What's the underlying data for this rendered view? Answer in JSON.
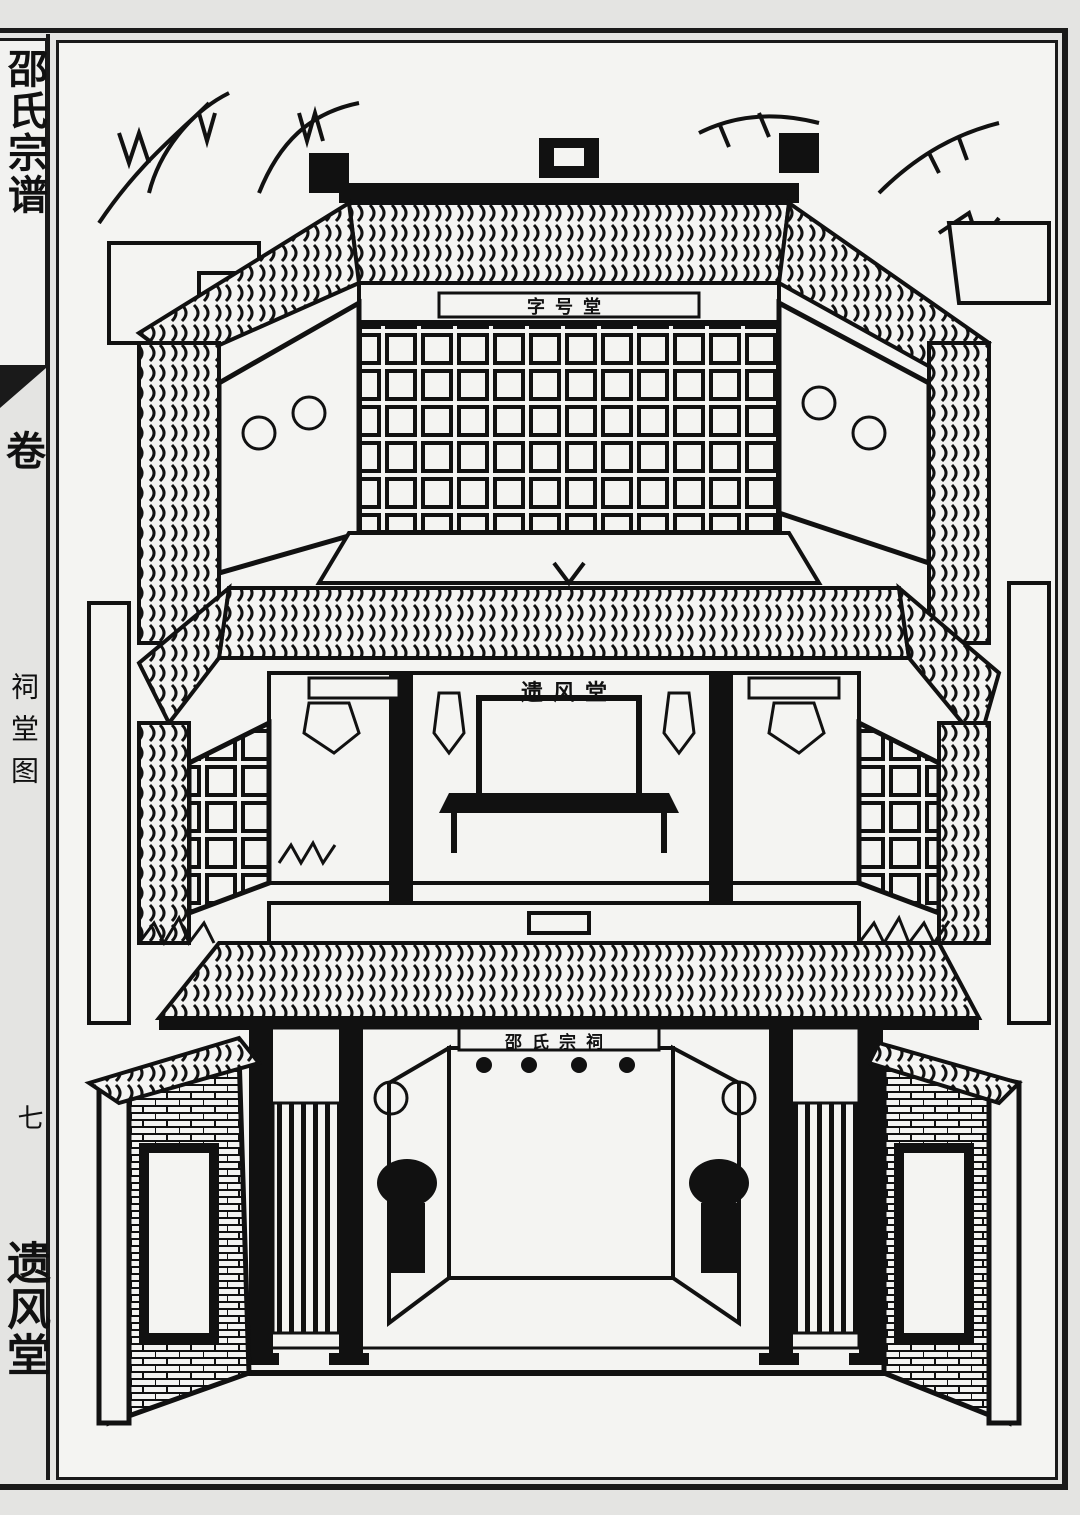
{
  "margin": {
    "book_title": "邵氏宗谱",
    "volume": "卷",
    "section_label": "祠堂图",
    "page_number": "七",
    "hall_name": "遗风堂"
  },
  "illustration": {
    "upper_plaque": "字号堂",
    "middle_plaque": "遗风堂",
    "gate_plaque": "邵氏宗祠"
  },
  "colors": {
    "ink": "#111111",
    "paper": "#f4f4f2",
    "page": "#e4e4e2"
  }
}
